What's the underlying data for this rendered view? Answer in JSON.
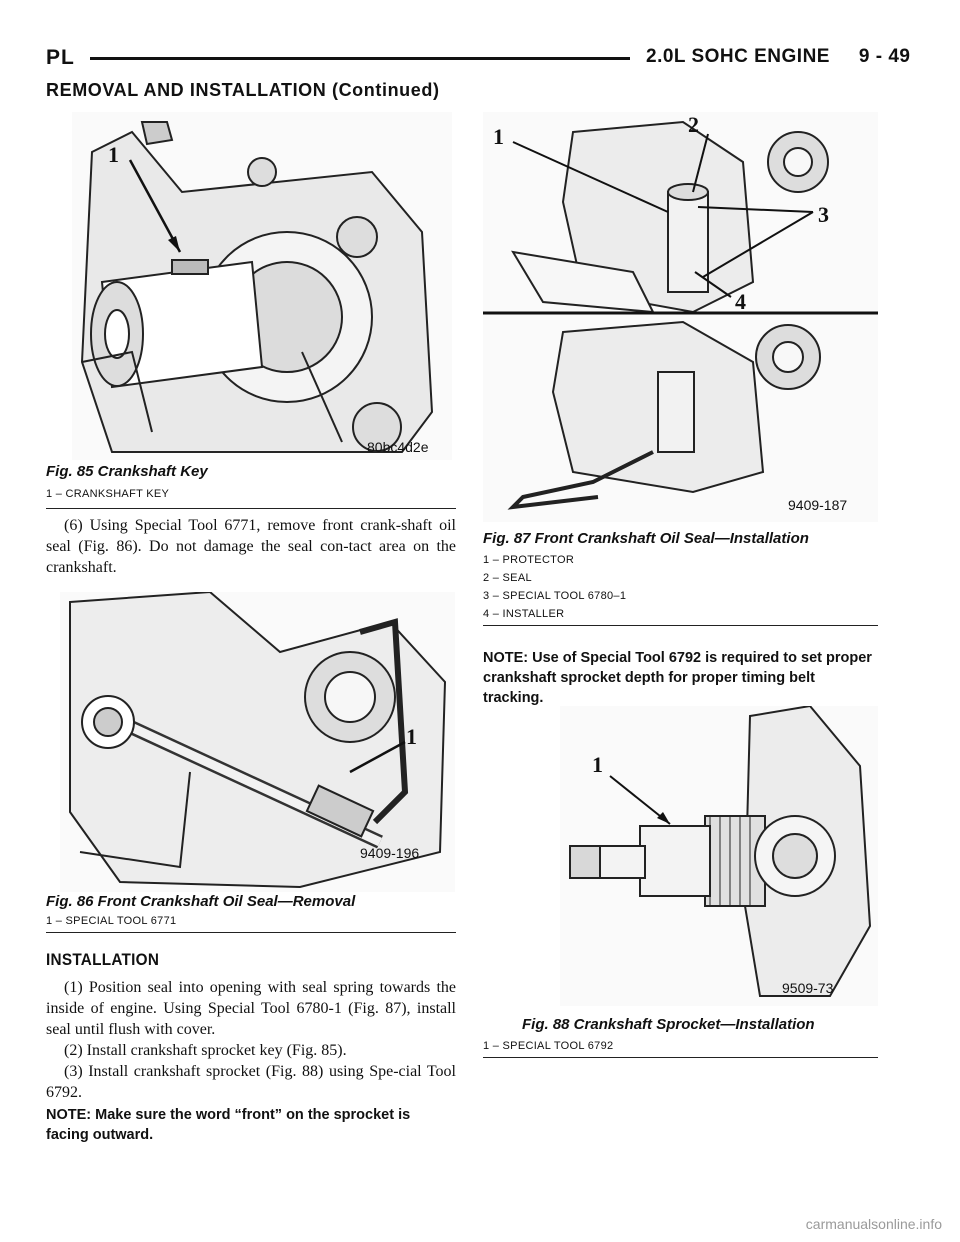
{
  "header": {
    "left": "PL",
    "right": "2.0L SOHC ENGINE     9 - 49"
  },
  "section_title": "REMOVAL AND INSTALLATION (Continued)",
  "fig85": {
    "caption": "Fig. 85 Crankshaft Key",
    "code": "80bc4d2e",
    "callouts": [
      "1"
    ],
    "legend": [
      "1 – CRANKSHAFT KEY"
    ]
  },
  "para_removal": "(6) Using Special Tool 6771, remove front crank-shaft oil seal (Fig. 86). Do not damage the seal con-tact area on the crankshaft.",
  "fig86": {
    "caption": "Fig. 86 Front Crankshaft Oil Seal—Removal",
    "code": "9409-196",
    "callouts": [
      "1"
    ],
    "legend": [
      "1 – SPECIAL TOOL 6771"
    ]
  },
  "installation": {
    "heading": "INSTALLATION",
    "steps": [
      "(1) Position seal into opening with seal spring towards the inside of engine. Using Special Tool 6780-1 (Fig. 87), install seal until flush with cover.",
      "(2) Install crankshaft sprocket key (Fig. 85).",
      "(3) Install crankshaft sprocket (Fig. 88) using Spe-cial Tool 6792."
    ],
    "note": "NOTE: Make sure the word “front” on the sprocket is facing outward."
  },
  "fig87": {
    "caption": "Fig. 87 Front Crankshaft Oil Seal—Installation",
    "code": "9409-187",
    "callouts": [
      "1",
      "2",
      "3",
      "4"
    ],
    "legend": [
      "1 – PROTECTOR",
      "2 – SEAL",
      "3 – SPECIAL TOOL 6780–1",
      "4 – INSTALLER"
    ]
  },
  "note_6792": "NOTE: Use of Special Tool 6792 is required to set proper crankshaft sprocket depth for proper timing belt tracking.",
  "fig88": {
    "caption": "Fig. 88 Crankshaft Sprocket—Installation",
    "code": "9509-73",
    "callouts": [
      "1"
    ],
    "legend": [
      "1 – SPECIAL TOOL 6792"
    ]
  },
  "watermark": "carmanualsonline.info"
}
